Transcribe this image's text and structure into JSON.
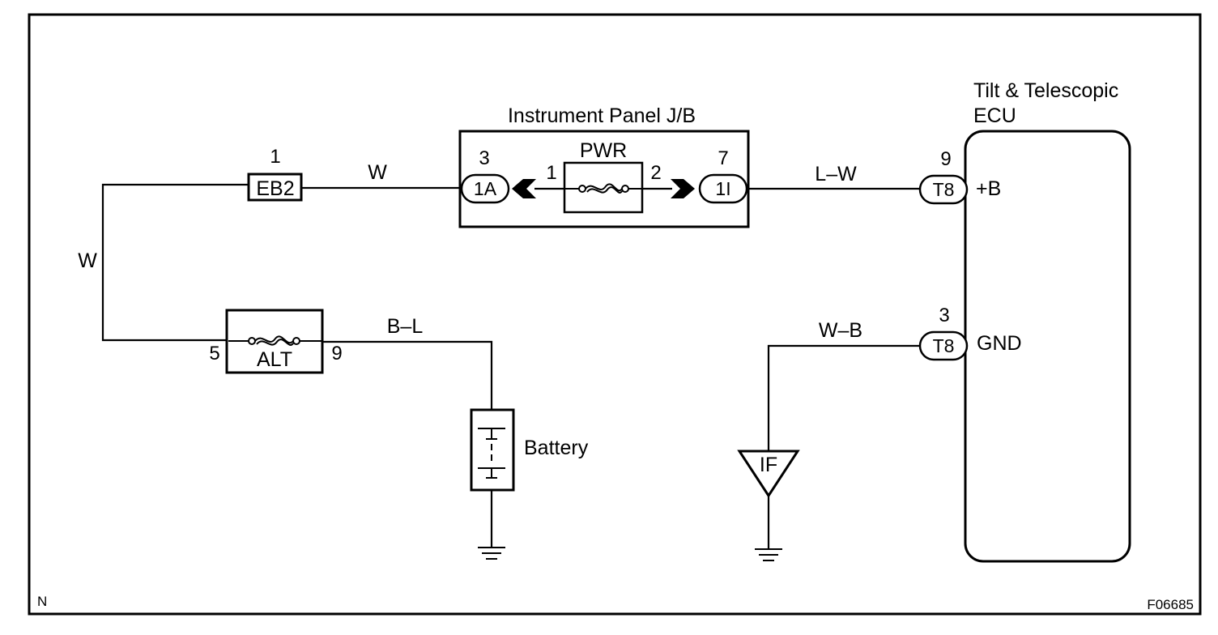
{
  "components": {
    "ij_box_title": "Instrument Panel J/B",
    "fuse_pwr": "PWR",
    "fuse_alt": "ALT",
    "fuse_eb2": "EB2",
    "battery": "Battery",
    "ecu_title_line1": "Tilt & Telescopic",
    "ecu_title_line2": "ECU",
    "ecu_pin_b": "+B",
    "ecu_pin_gnd": "GND",
    "ground_if": "IF"
  },
  "connectors": {
    "c_1a": "1A",
    "c_1i": "1I",
    "c_t8_top": "T8",
    "c_t8_bottom": "T8"
  },
  "pins": {
    "eb2": "1",
    "c_1a": "3",
    "pwr_left": "1",
    "pwr_right": "2",
    "c_1i": "7",
    "t8_top": "9",
    "t8_bottom": "3",
    "alt_left": "5",
    "alt_right": "9"
  },
  "wires": {
    "eb2_to_1a": "W",
    "left_vertical": "W",
    "alt_to_battery": "B–L",
    "1i_to_t8": "L–W",
    "ground_to_t8": "W–B"
  },
  "corner": {
    "bottom_left": "N",
    "figure_code": "F06685"
  }
}
